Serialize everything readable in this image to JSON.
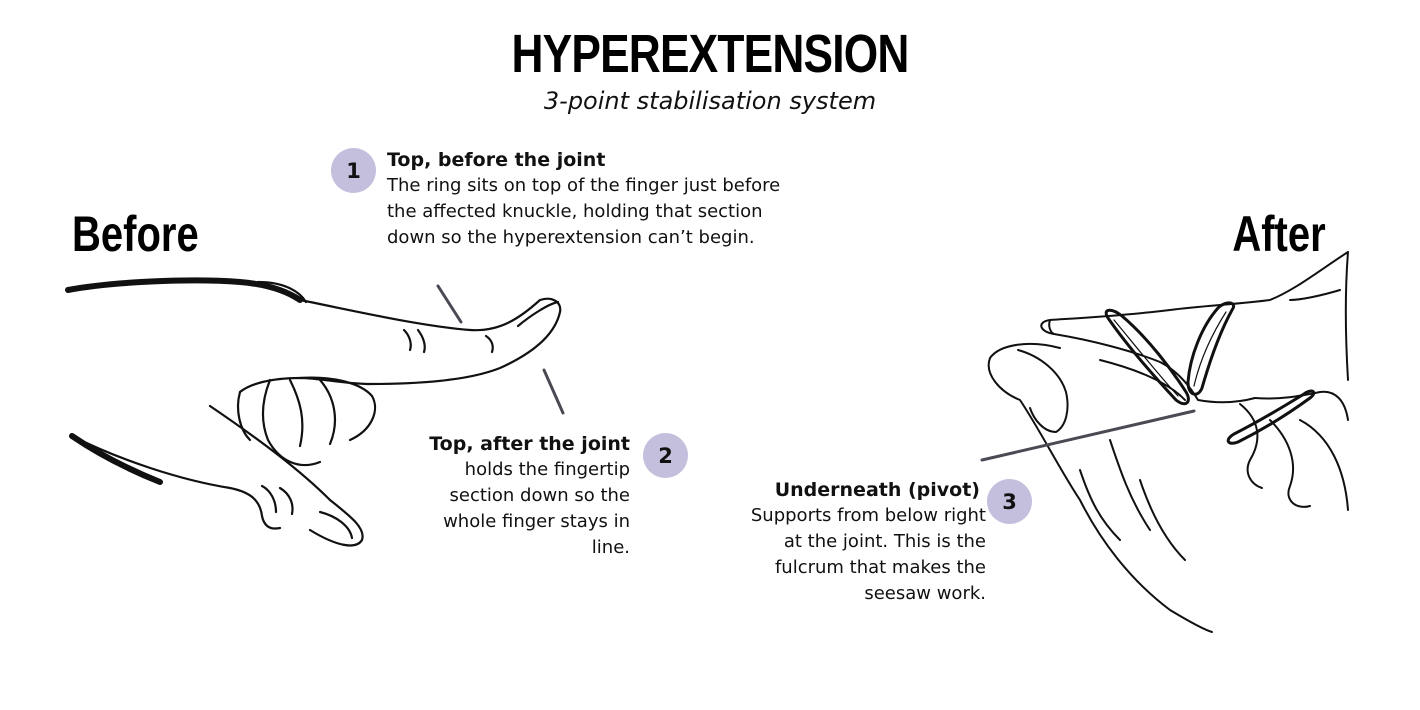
{
  "header": {
    "title": "HYPEREXTENSION",
    "subtitle": "3-point stabilisation system"
  },
  "labels": {
    "before": "Before",
    "after": "After"
  },
  "points": [
    {
      "number": "1",
      "heading": "Top, before the joint",
      "body": "The ring sits on top of the finger just before the affected knuckle, holding that section down so the hyperextension can’t begin."
    },
    {
      "number": "2",
      "heading": "Top, after the joint",
      "body": "holds the fingertip section down so the whole finger stays in line."
    },
    {
      "number": "3",
      "heading": "Underneath (pivot)",
      "body": "Supports from below right at the joint. This is the fulcrum that makes the seesaw work."
    }
  ],
  "colors": {
    "badge": "#c3bfdc",
    "pointer": "#4a4a55"
  }
}
